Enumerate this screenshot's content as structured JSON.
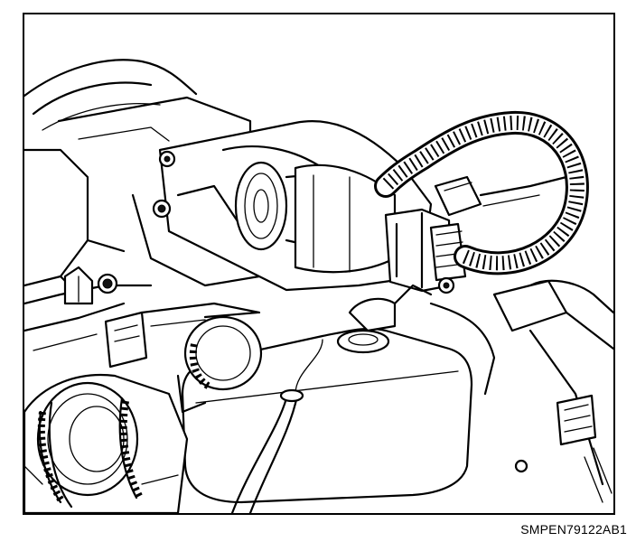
{
  "figure": {
    "reference_code": "SMPEN79122AB1",
    "colors": {
      "line": "#000000",
      "background": "#ffffff"
    },
    "components": [
      "engine-compartment",
      "throttle-body",
      "electrical-connector",
      "wiring-harness",
      "coolant-reservoir",
      "air-intake-duct",
      "mounting-bolt"
    ]
  }
}
